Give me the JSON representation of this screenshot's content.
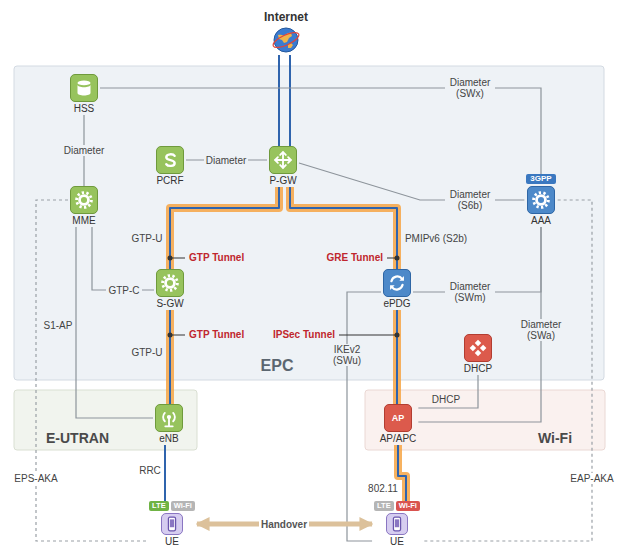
{
  "diagram": {
    "nodes": [
      {
        "text": [
          "Internet"
        ]
      },
      {
        "text": [
          "EPC"
        ]
      },
      {
        "text": [
          "HSS"
        ],
        "in": 1
      },
      {
        "text": [
          "PCRF"
        ],
        "in": 1
      },
      {
        "text": [
          "P-GW"
        ],
        "in": 1
      },
      {
        "text": [
          "3GPP",
          "AAA"
        ],
        "in": 1
      },
      {
        "text": [
          "MME"
        ],
        "in": 1
      },
      {
        "text": [
          "S-GW"
        ],
        "in": 1
      },
      {
        "text": [
          "ePDG"
        ],
        "in": 1
      },
      {
        "text": [
          "DHCP"
        ],
        "in": 1
      },
      {
        "text": [
          "E-UTRAN"
        ]
      },
      {
        "text": [
          "eNB"
        ],
        "in": 10
      },
      {
        "text": [
          "Wi-Fi"
        ]
      },
      {
        "text": [
          "AP",
          "AP/APC"
        ],
        "in": 12
      },
      {
        "text": [
          "LTE",
          "Wi-Fi",
          "UE"
        ]
      },
      {
        "text": [
          "LTE",
          "Wi-Fi",
          "UE"
        ]
      }
    ],
    "edges": [
      {
        "from": 0,
        "to": 4,
        "arrow": "none"
      },
      {
        "from": 0,
        "to": 4,
        "arrow": "none"
      },
      {
        "from": 2,
        "to": 6,
        "label": "Diameter",
        "arrow": "none"
      },
      {
        "from": 2,
        "to": 5,
        "label": "Diameter (SWx)",
        "arrow": "none"
      },
      {
        "from": 3,
        "to": 4,
        "label": "Diameter",
        "arrow": "none"
      },
      {
        "from": 4,
        "to": 5,
        "label": "Diameter (S6b)",
        "arrow": "none"
      },
      {
        "from": 6,
        "to": 7,
        "label": "GTP-C",
        "arrow": "none"
      },
      {
        "from": 6,
        "to": 11,
        "label": "S1-AP",
        "arrow": "none"
      },
      {
        "from": 4,
        "to": 7,
        "label": "GTP-U",
        "arrow": "none"
      },
      {
        "from": 4,
        "to": 8,
        "label": "PMIPv6 (S2b)",
        "arrow": "none"
      },
      {
        "from": 7,
        "to": 11,
        "label": "GTP-U",
        "arrow": "none"
      },
      {
        "from": 8,
        "to": 5,
        "label": "Diameter (SWm)",
        "arrow": "none"
      },
      {
        "from": 8,
        "to": 13,
        "arrow": "none"
      },
      {
        "from": 8,
        "to": 15,
        "label": "IKEv2 (SWu)",
        "arrow": "none"
      },
      {
        "from": 9,
        "to": 13,
        "label": "DHCP",
        "arrow": "none"
      },
      {
        "from": 5,
        "to": 13,
        "label": "Diameter (SWa)",
        "arrow": "none"
      },
      {
        "from": 11,
        "to": 14,
        "label": "RRC",
        "arrow": "none"
      },
      {
        "from": 13,
        "to": 15,
        "label": "802.11",
        "arrow": "none"
      },
      {
        "from": 6,
        "to": 14,
        "label": "EPS-AKA",
        "arrow": "none"
      },
      {
        "from": 5,
        "to": 15,
        "label": "EAP-AKA",
        "arrow": "none"
      },
      {
        "from": 14,
        "to": 15,
        "label": "Handover",
        "arrow": "both"
      }
    ],
    "labels": [
      "GTP Tunnel",
      "GRE Tunnel",
      "GTP Tunnel",
      "IPSec Tunnel"
    ]
  }
}
